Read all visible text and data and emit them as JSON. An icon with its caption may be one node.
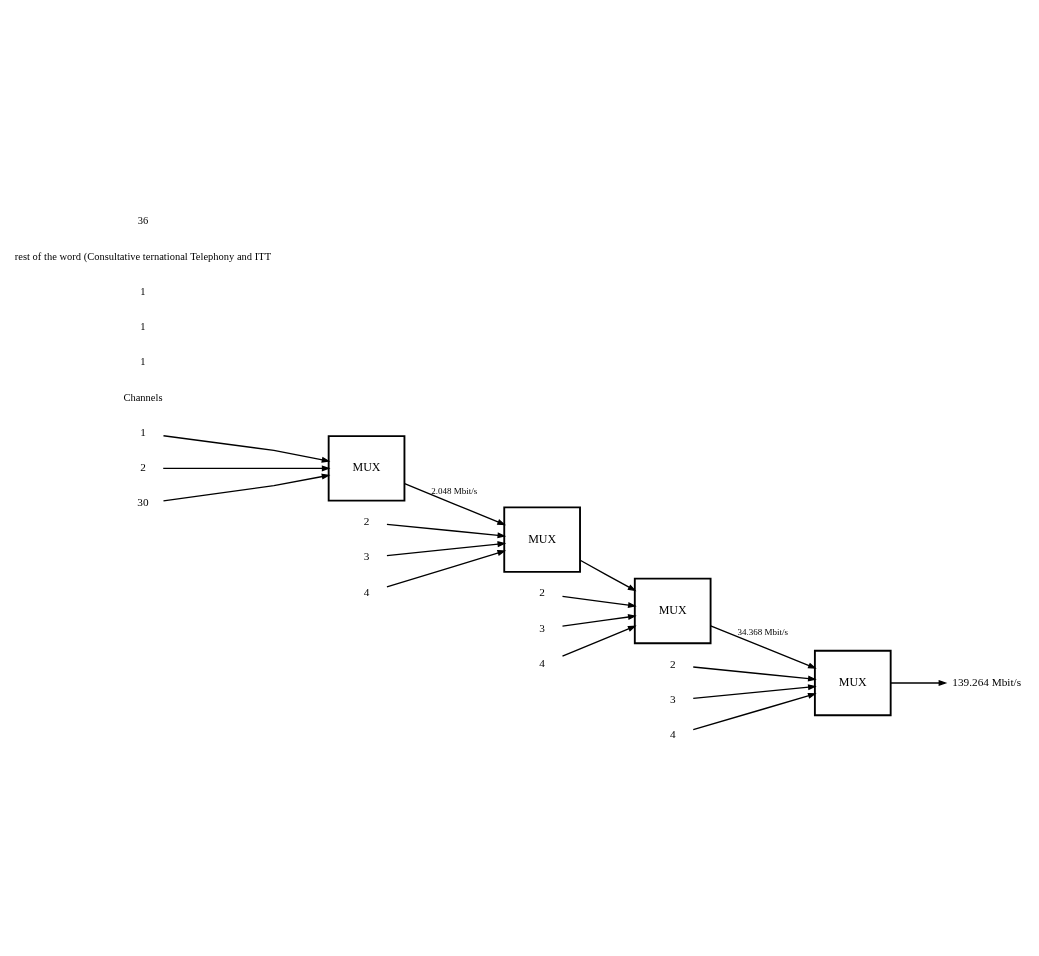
{
  "diagram": {
    "nodes": [
      {
        "text": [
          "1"
        ]
      },
      {
        "text": [
          "2"
        ]
      },
      {
        "text": [
          "30"
        ]
      },
      {
        "text": [
          "MUX"
        ]
      },
      {
        "text": [
          "2"
        ]
      },
      {
        "text": [
          "3"
        ]
      },
      {
        "text": [
          "4"
        ]
      },
      {
        "text": [
          "MUX"
        ]
      },
      {
        "text": [
          "2"
        ]
      },
      {
        "text": [
          "3"
        ]
      },
      {
        "text": [
          "4"
        ]
      },
      {
        "text": [
          "MUX"
        ]
      },
      {
        "text": [
          "2"
        ]
      },
      {
        "text": [
          "3"
        ]
      },
      {
        "text": [
          "4"
        ]
      },
      {
        "text": [
          "MUX"
        ]
      },
      {
        "text": [
          "139.264 Mbit/s"
        ]
      }
    ],
    "edges": [
      {
        "from": 0,
        "to": 3,
        "arrow": "to"
      },
      {
        "from": 1,
        "to": 3,
        "arrow": "to"
      },
      {
        "from": 2,
        "to": 3,
        "arrow": "to"
      },
      {
        "from": 3,
        "to": 7,
        "arrow": "to",
        "label": "2.048 Mbit/s"
      },
      {
        "from": 4,
        "to": 7,
        "arrow": "to"
      },
      {
        "from": 5,
        "to": 7,
        "arrow": "to"
      },
      {
        "from": 6,
        "to": 7,
        "arrow": "to"
      },
      {
        "from": 7,
        "to": 11,
        "arrow": "to"
      },
      {
        "from": 8,
        "to": 11,
        "arrow": "to"
      },
      {
        "from": 9,
        "to": 11,
        "arrow": "to"
      },
      {
        "from": 10,
        "to": 11,
        "arrow": "to"
      },
      {
        "from": 11,
        "to": 15,
        "arrow": "to",
        "label": "34.368 Mbit/s"
      },
      {
        "from": 12,
        "to": 15,
        "arrow": "to"
      },
      {
        "from": 13,
        "to": 15,
        "arrow": "to"
      },
      {
        "from": 14,
        "to": 15,
        "arrow": "to"
      },
      {
        "from": 15,
        "to": 16,
        "arrow": "to"
      }
    ],
    "labels": [
      "Channels",
      "1",
      "1",
      "1",
      "rest of the word (Consultative ternational Telephony and ITT",
      "36"
    ]
  }
}
